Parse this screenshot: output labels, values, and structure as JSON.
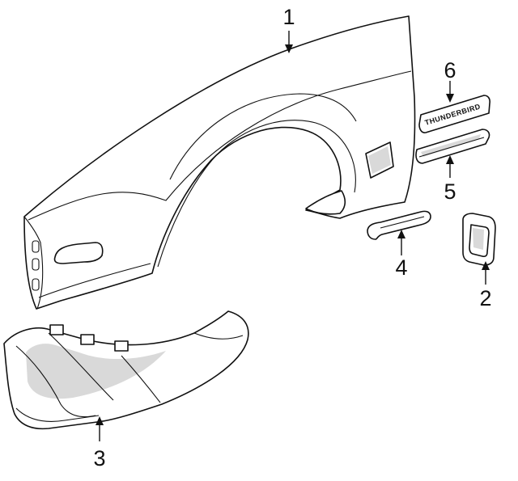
{
  "callouts": [
    {
      "id": "1",
      "label": "1"
    },
    {
      "id": "2",
      "label": "2"
    },
    {
      "id": "3",
      "label": "3"
    },
    {
      "id": "4",
      "label": "4"
    },
    {
      "id": "5",
      "label": "5"
    },
    {
      "id": "6",
      "label": "6"
    }
  ],
  "emblem": {
    "text": "THUNDERBIRD"
  }
}
